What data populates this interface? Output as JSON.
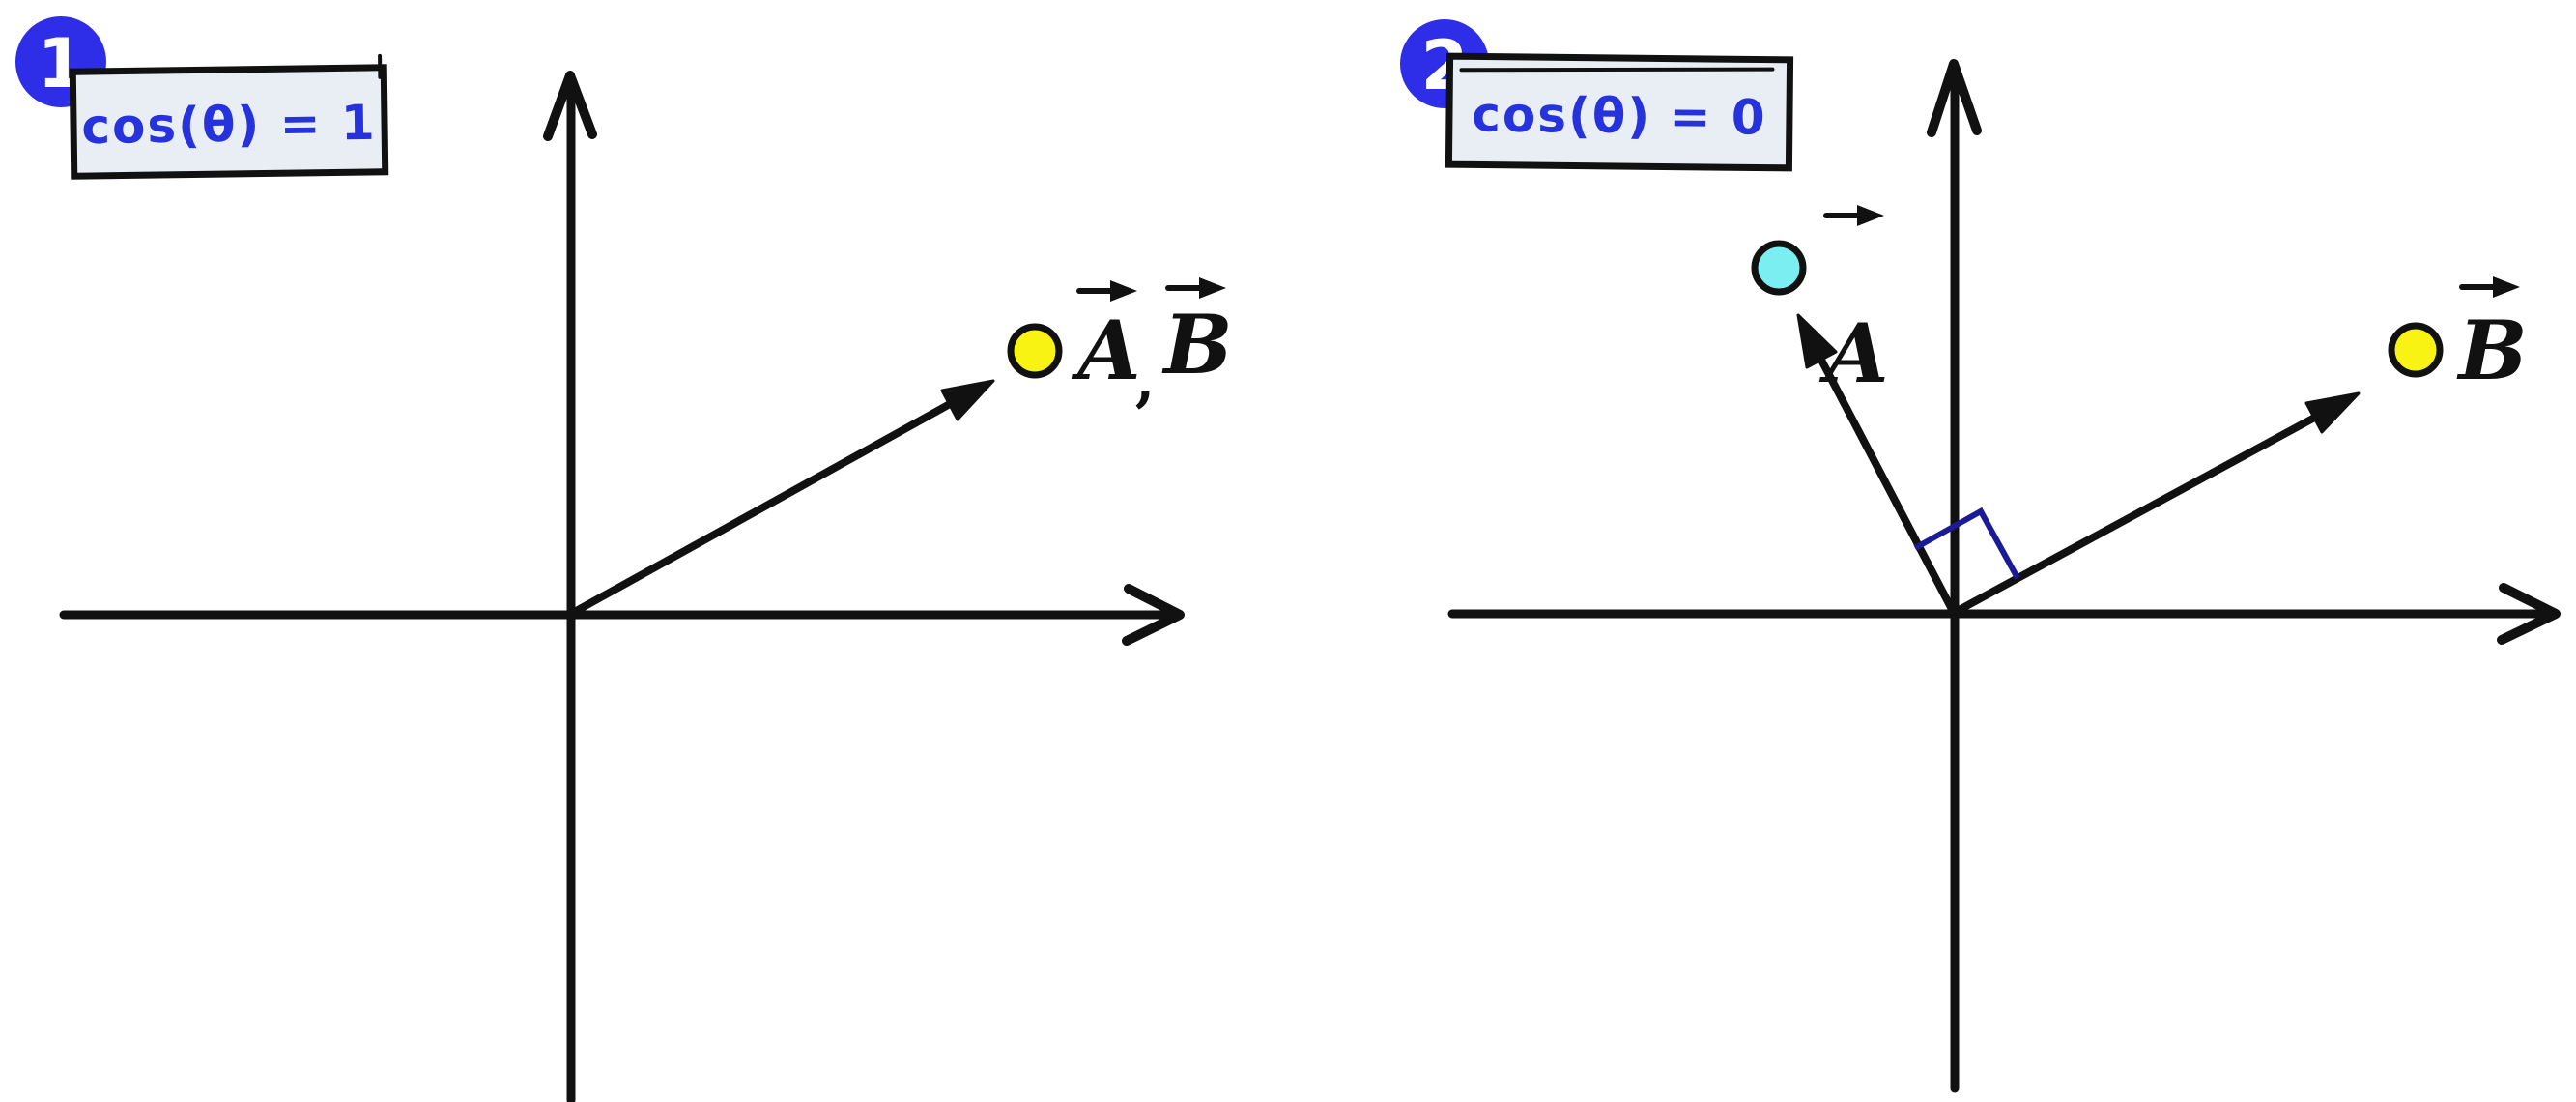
{
  "colors": {
    "background": "#ffffff",
    "ink": "#111111",
    "badge_fill": "#2e2ee8",
    "badge_text": "#ffffff",
    "formula_text": "#2633dd",
    "formula_box_bg": "#e9eef4",
    "right_angle": "#1b1b96",
    "point_yellow": "#f8f312",
    "point_cyan": "#7beef2"
  },
  "panels": [
    {
      "badge": "1",
      "formula": "cos(θ) = 1",
      "point_label_a": "A",
      "point_label_separator": ",",
      "point_label_b": "B"
    },
    {
      "badge": "2",
      "formula": "cos(θ) = 0",
      "point_label_a": "A",
      "point_label_b": "B"
    }
  ]
}
